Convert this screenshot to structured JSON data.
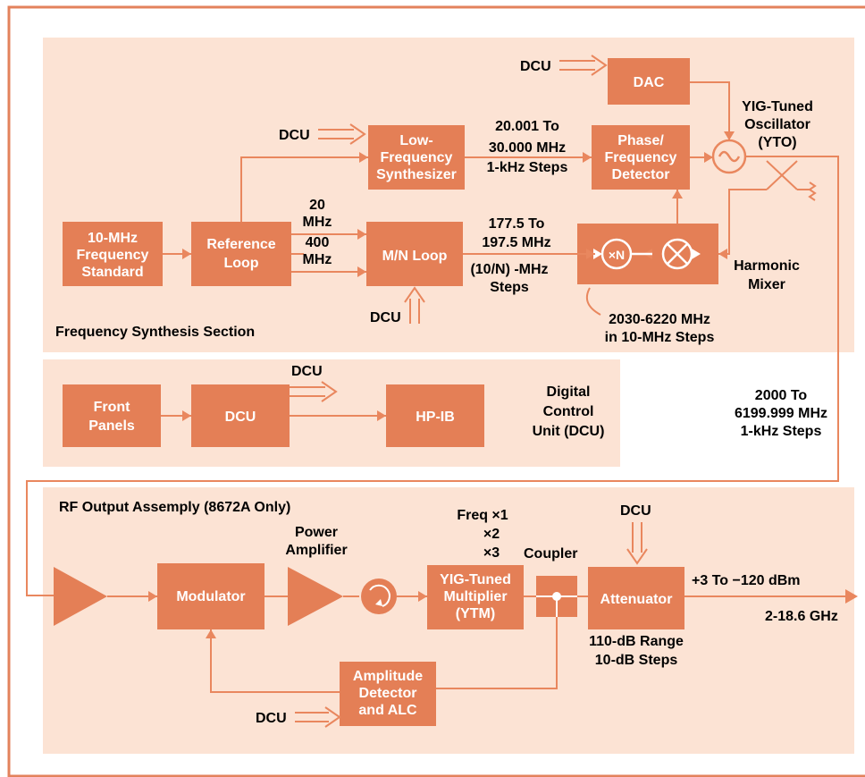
{
  "sections": {
    "synthesis": "Frequency Synthesis Section",
    "dcu_unit_line1": "Digital",
    "dcu_unit_line2": "Control",
    "dcu_unit_line3": "Unit (DCU)",
    "rf_output": "RF Output Assemply (8672A Only)"
  },
  "blocks": {
    "freq_std": [
      "10-MHz",
      "Frequency",
      "Standard"
    ],
    "ref_loop": [
      "Reference",
      "Loop"
    ],
    "lf_synth": [
      "Low-",
      "Frequency",
      "Synthesizer"
    ],
    "mn_loop": "M/N Loop",
    "phase_det": [
      "Phase/",
      "Frequency",
      "Detector"
    ],
    "dac": "DAC",
    "front_panels": [
      "Front",
      "Panels"
    ],
    "dcu": "DCU",
    "hpib": "HP-IB",
    "modulator": "Modulator",
    "ytm": [
      "YIG-Tuned",
      "Multiplier",
      "(YTM)"
    ],
    "attenuator": "Attenuator",
    "amp_det": [
      "Amplitude",
      "Detector",
      "and ALC"
    ],
    "times_n": "×N"
  },
  "labels": {
    "dcu": "DCU",
    "ref_20": [
      "20",
      "MHz"
    ],
    "ref_400": [
      "400",
      "MHz"
    ],
    "lf_out": [
      "20.001 To",
      "30.000 MHz",
      "1-kHz Steps"
    ],
    "mn_out": [
      "177.5 To",
      "197.5 MHz"
    ],
    "mn_steps": [
      "(10/N) -MHz",
      "Steps"
    ],
    "harmonic_range": [
      "2030-6220 MHz",
      "in 10-MHz Steps"
    ],
    "yto": [
      "YIG-Tuned",
      "Oscillator",
      "(YTO)"
    ],
    "harmonic_mixer": [
      "Harmonic",
      "Mixer"
    ],
    "yto_out": [
      "2000 To",
      "6199.999 MHz",
      "1-kHz Steps"
    ],
    "power_amp": [
      "Power",
      "Amplifier"
    ],
    "freq_mult": [
      "Freq ×1",
      "×2",
      "×3"
    ],
    "coupler": "Coupler",
    "output_power": "+3 To −120 dBm",
    "output_freq": "2-18.6 GHz",
    "atten_range": [
      "110-dB Range",
      "10-dB Steps"
    ]
  },
  "colors": {
    "panel_bg": "#fce3d4",
    "block": "#e47f56",
    "line": "#e9875e",
    "frame": "#e3825c"
  },
  "icons": [
    "oscillator-icon",
    "mixer-icon",
    "isolator-icon",
    "amplifier-icon",
    "coupler-icon",
    "attenuator-icon"
  ]
}
